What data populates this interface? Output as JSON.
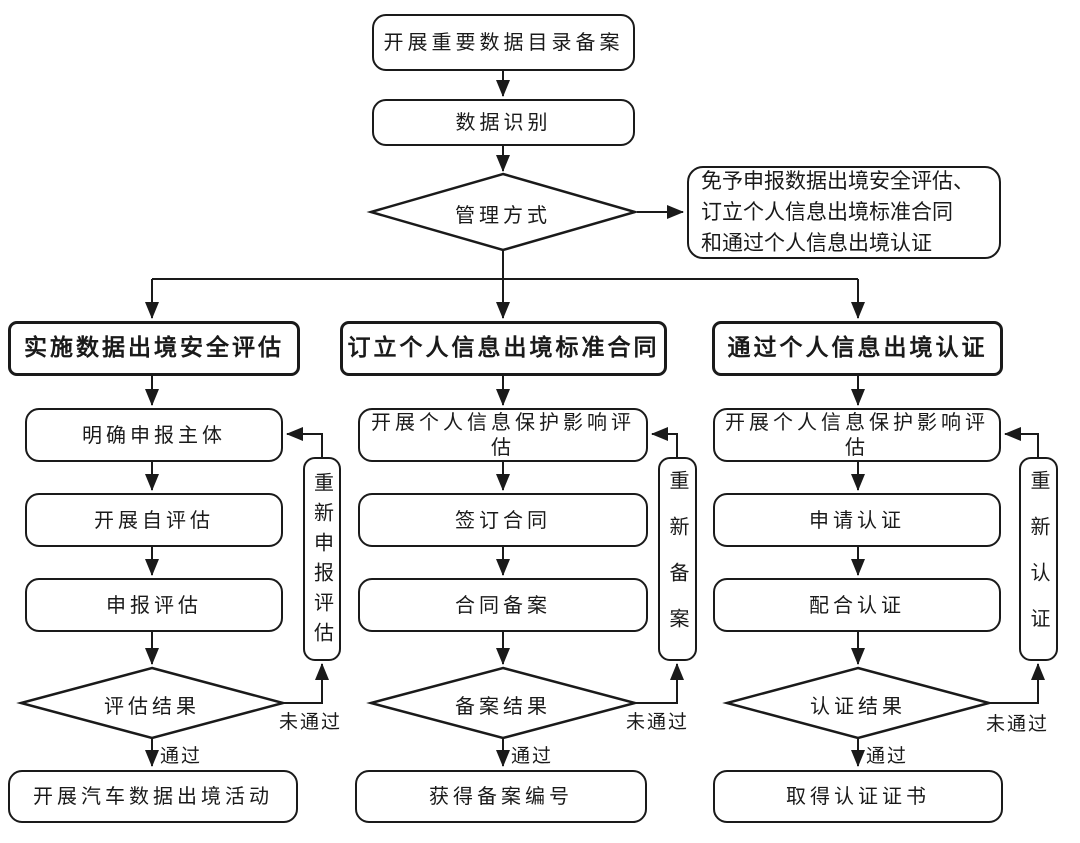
{
  "diagram": {
    "start": "开展重要数据目录备案",
    "data_identify": "数据识别",
    "mode_decision": "管理方式",
    "exempt_note": "免予申报数据出境安全评估、\n订立个人信息出境标准合同\n和通过个人信息出境认证",
    "labels": {
      "pass": "通过",
      "fail": "未通过"
    },
    "columns": [
      {
        "header": "实施数据出境安全评估",
        "steps": [
          "明确申报主体",
          "开展自评估",
          "申报评估"
        ],
        "decision": "评估结果",
        "redo": "重新申报评估",
        "result": "开展汽车数据出境活动"
      },
      {
        "header": "订立个人信息出境标准合同",
        "steps": [
          "开展个人信息保护影响评估",
          "签订合同",
          "合同备案"
        ],
        "decision": "备案结果",
        "redo": "重新备案",
        "result": "获得备案编号"
      },
      {
        "header": "通过个人信息出境认证",
        "steps": [
          "开展个人信息保护影响评估",
          "申请认证",
          "配合认证"
        ],
        "decision": "认证结果",
        "redo": "重新认证",
        "result": "取得认证证书"
      }
    ],
    "colors": {
      "line": "#1a1a1a",
      "background": "#ffffff",
      "text": "#1a1a1a"
    }
  }
}
